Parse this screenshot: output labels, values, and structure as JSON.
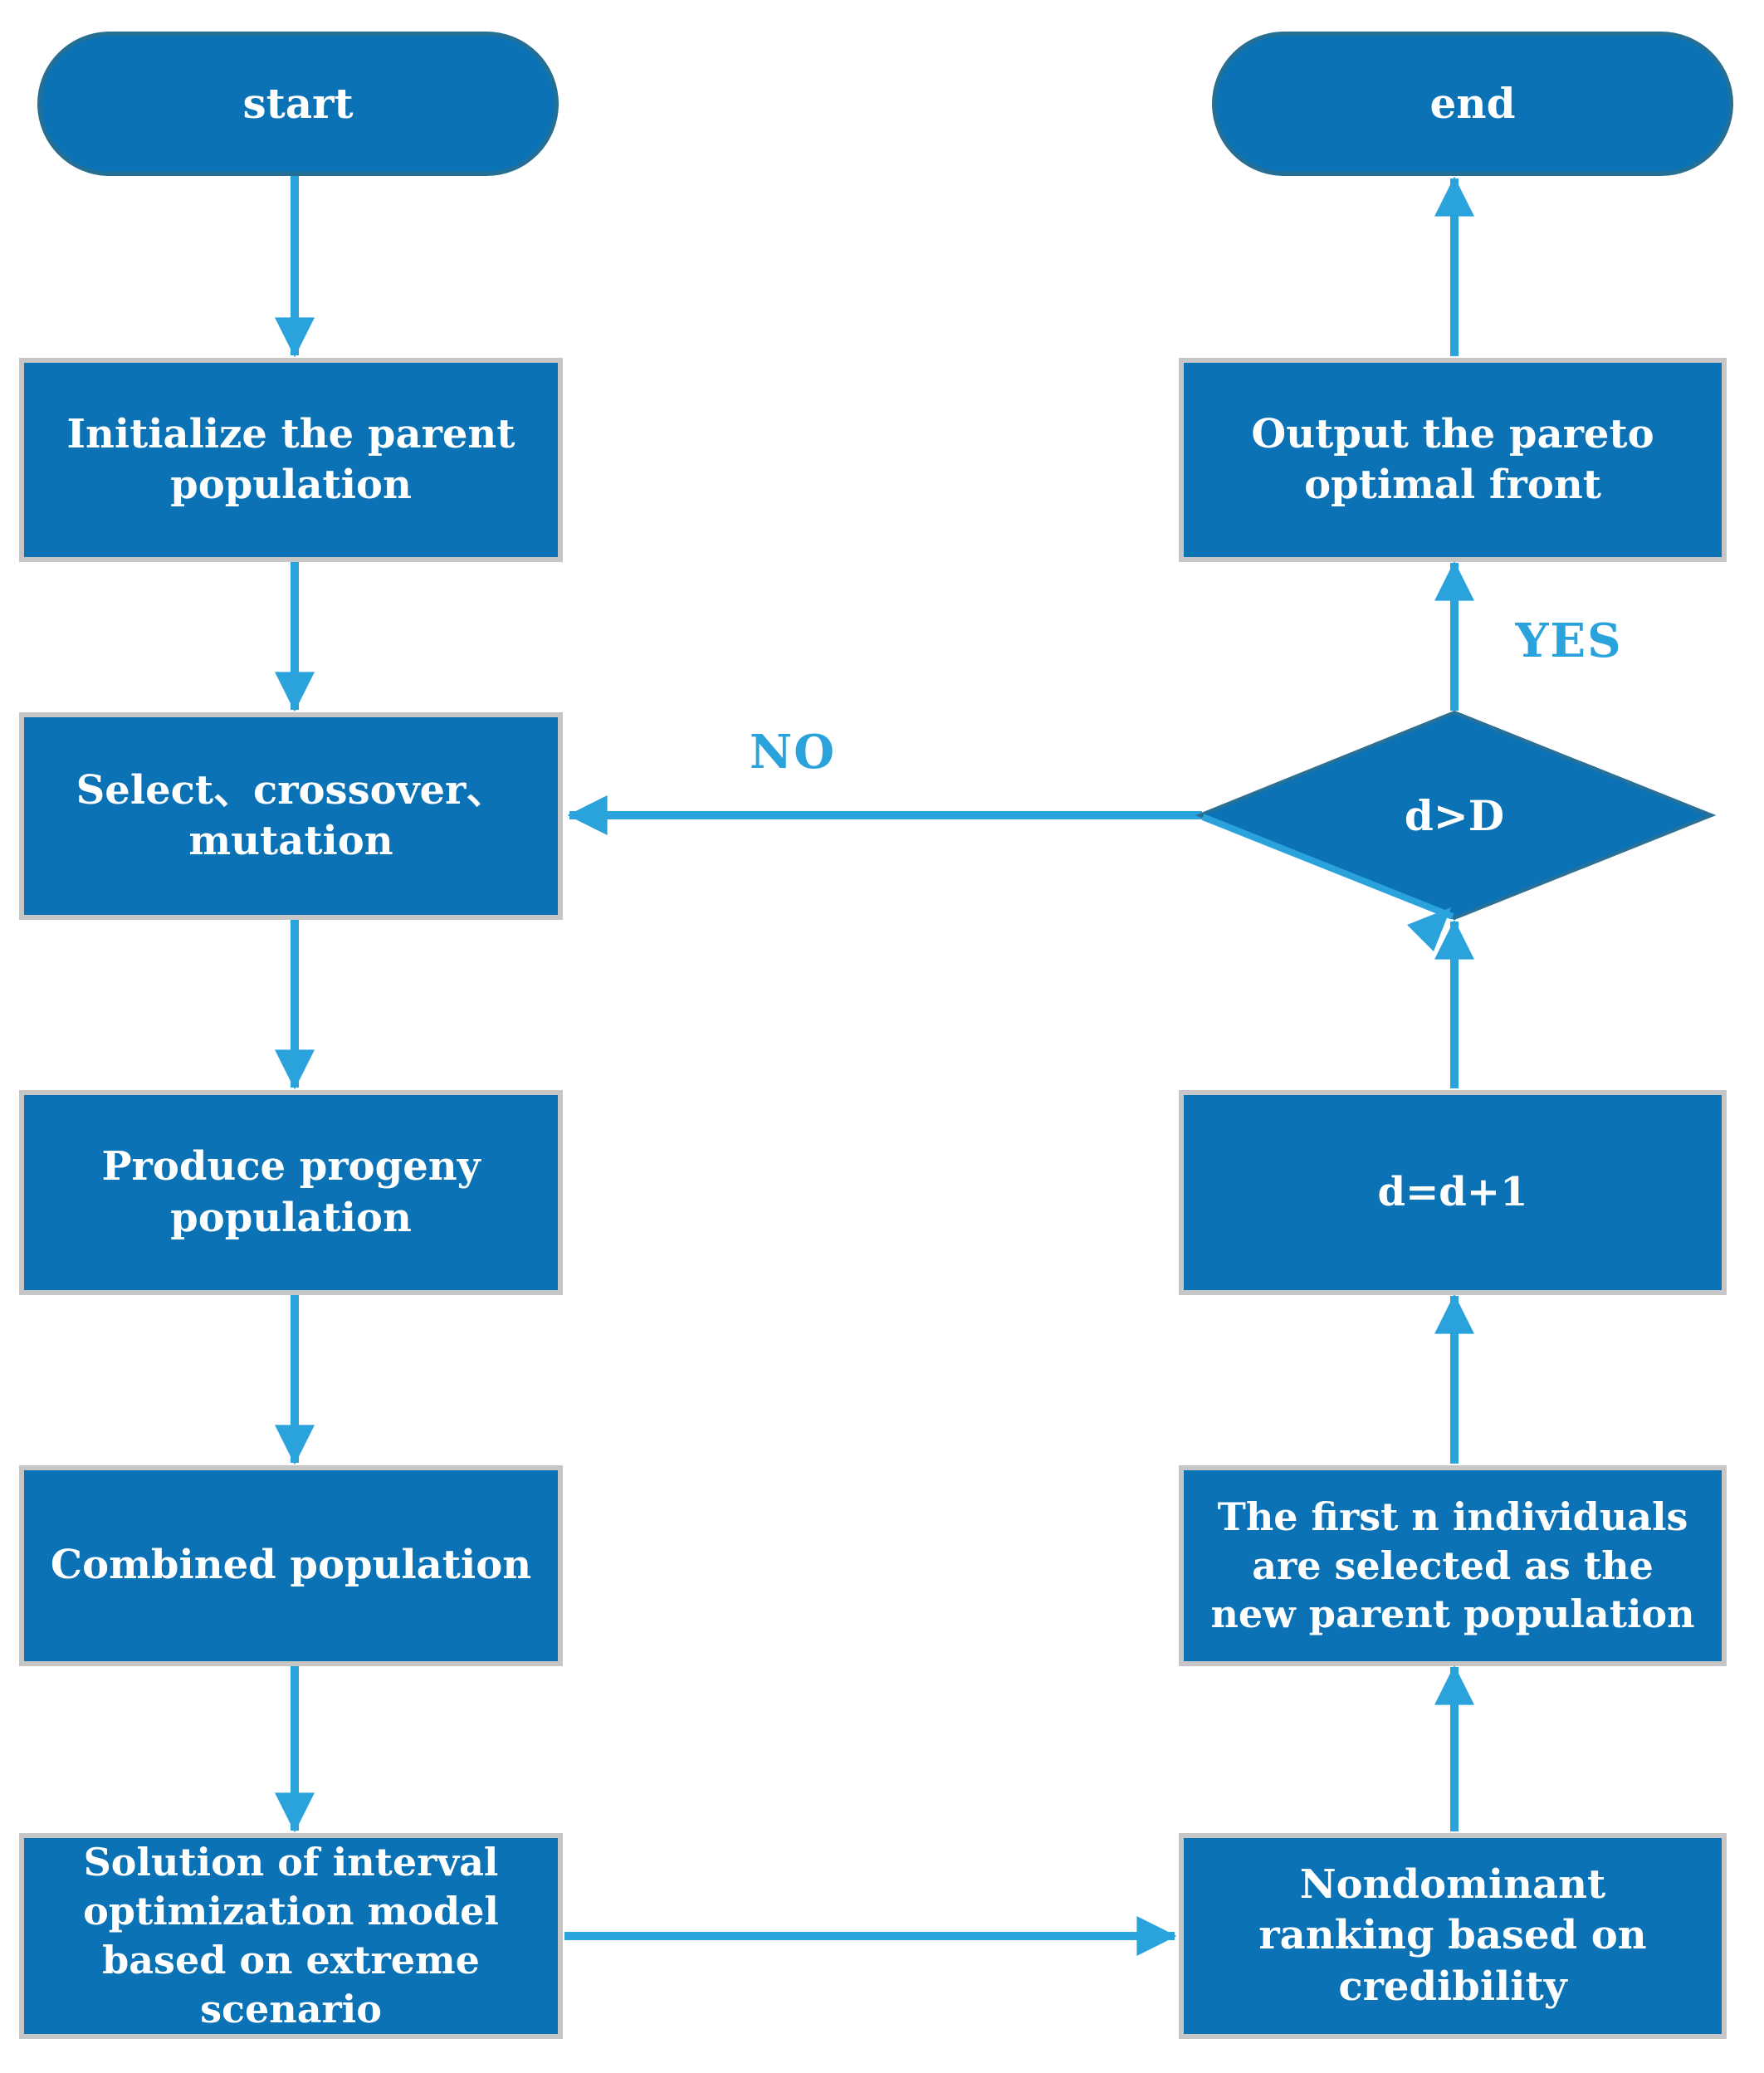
{
  "figure": {
    "type": "flowchart",
    "description": "Genetic algorithm flowchart with interval optimization, two columns connected by a d>D decision loop"
  },
  "colors": {
    "canvas_bg": "#ffffff",
    "node_fill": "#0b72b5",
    "node_border_gray": "#c6c6c6",
    "pill_border": "#256f94",
    "diamond_border": "#2b7196",
    "arrow": "#2aa3dd",
    "text_color": "#ffffff"
  },
  "nodes": {
    "start": {
      "label": "start",
      "shape": "pill"
    },
    "initialize": {
      "label": "Initialize the parent population",
      "shape": "rect"
    },
    "select": {
      "label": "Select、crossover、mutation",
      "shape": "rect"
    },
    "produce": {
      "label": "Produce progeny population",
      "shape": "rect"
    },
    "combined": {
      "label": "Combined population",
      "shape": "rect"
    },
    "solution": {
      "label": "Solution of interval optimization model based on extreme scenario",
      "shape": "rect"
    },
    "end": {
      "label": "end",
      "shape": "pill"
    },
    "output": {
      "label": "Output the pareto optimal front",
      "shape": "rect"
    },
    "decision": {
      "label": "d>D",
      "shape": "diamond"
    },
    "increment": {
      "label": "d=d+1",
      "shape": "rect"
    },
    "first_n": {
      "label": "The first n individuals are selected as the new parent population",
      "shape": "rect"
    },
    "nondominant": {
      "label": "Nondominant ranking based on credibility",
      "shape": "rect"
    }
  },
  "edge_labels": {
    "yes": "YES",
    "no": "NO"
  },
  "edges": [
    "start -> initialize",
    "initialize -> select",
    "select -> produce",
    "produce -> combined",
    "combined -> solution",
    "solution -> nondominant",
    "nondominant -> first_n",
    "first_n -> increment",
    "increment -> decision",
    "decision -YES-> output",
    "decision -NO-> select",
    "output -> end"
  ]
}
